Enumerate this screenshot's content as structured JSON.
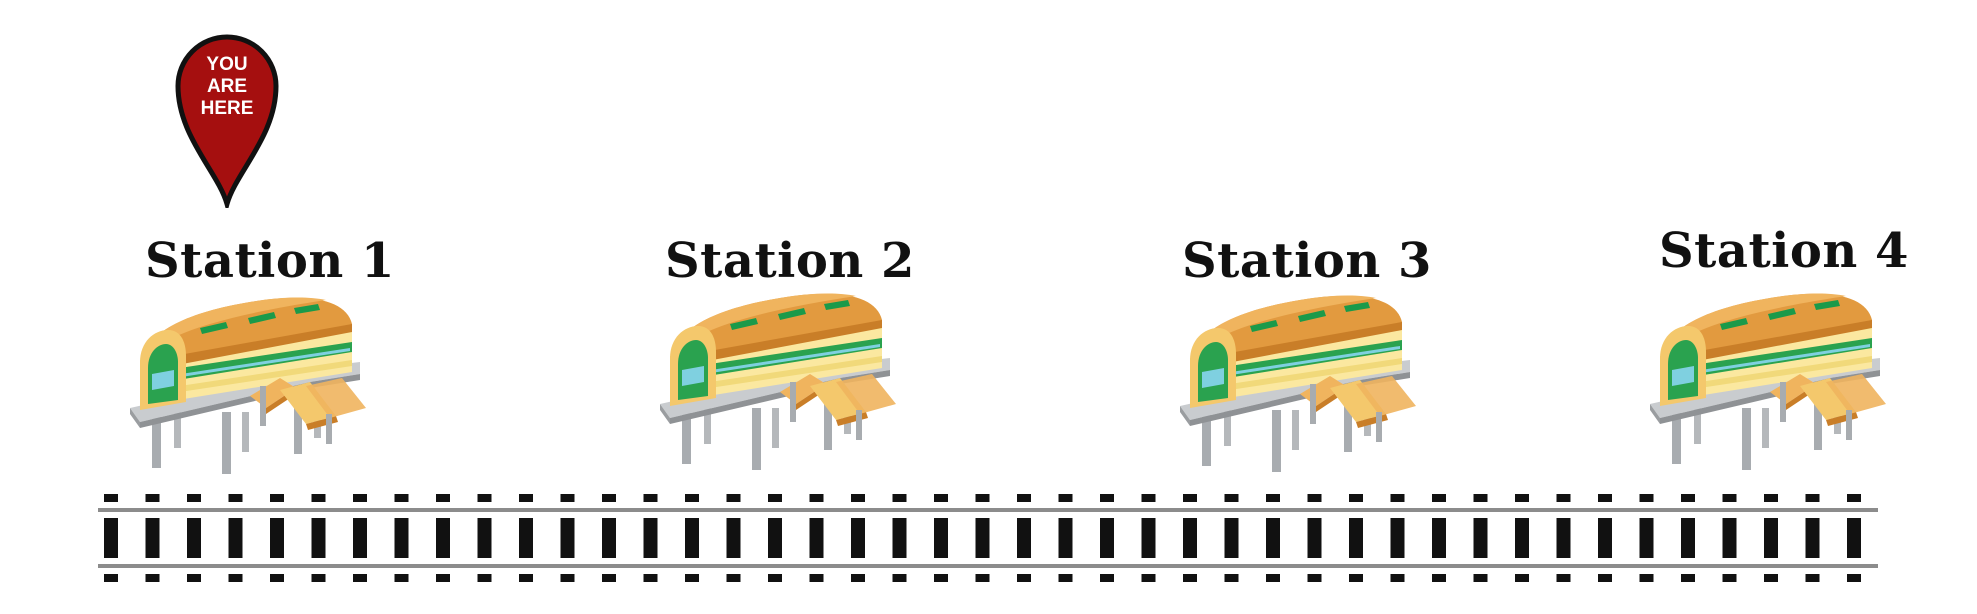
{
  "pin": {
    "line1": "YOU",
    "line2": "ARE",
    "line3": "HERE",
    "color": "#a50f0f"
  },
  "stations": [
    {
      "label": "Station 1"
    },
    {
      "label": "Station 2"
    },
    {
      "label": "Station 3"
    },
    {
      "label": "Station 4"
    }
  ],
  "colors": {
    "roof": "#e29a3f",
    "roof_window": "#1a9a4a",
    "platform": "#b9bcbf",
    "track": "#111111"
  }
}
